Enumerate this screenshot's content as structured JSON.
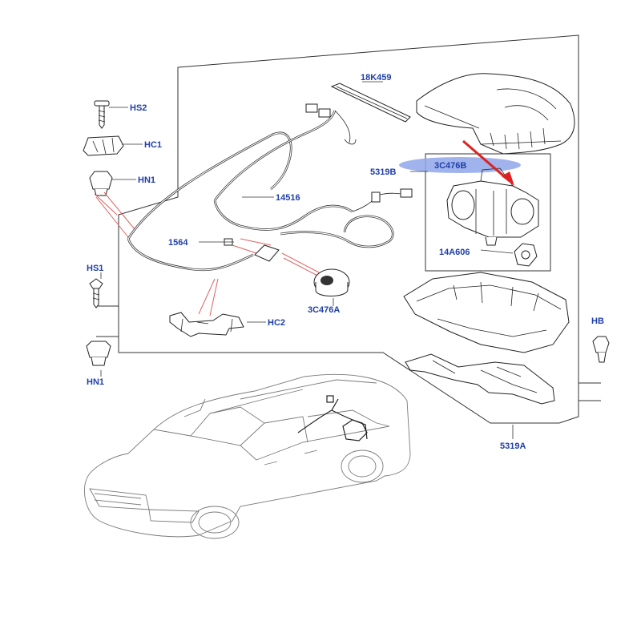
{
  "colors": {
    "label": "#1f3fa8",
    "highlight": "#8fa6ea",
    "arrow": "#e02020",
    "line": "#222222"
  },
  "labels": {
    "hs2": "HS2",
    "hc1": "HC1",
    "hn1_top": "HN1",
    "hs1": "HS1",
    "hn1_bottom": "HN1",
    "hc2": "HC2",
    "p14516": "14516",
    "p1564": "1564",
    "p3c476a": "3C476A",
    "p18k459": "18K459",
    "p5319b": "5319B",
    "p3c476b": "3C476B",
    "p14a606": "14A606",
    "p5319a": "5319A",
    "hb_partial": "HB"
  }
}
